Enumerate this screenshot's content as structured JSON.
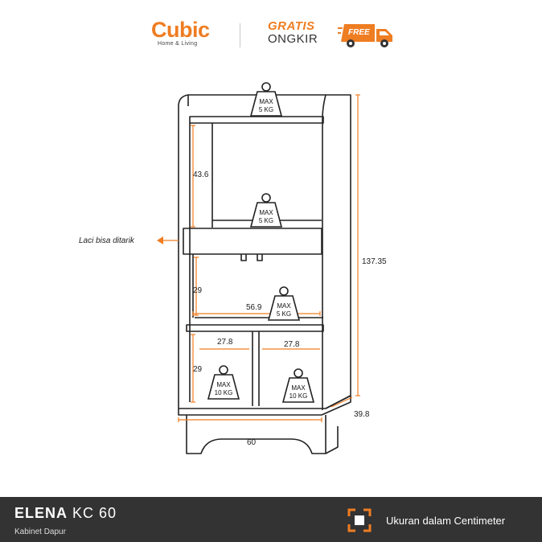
{
  "brand": {
    "name": "Cubic",
    "tagline": "Home & Living"
  },
  "promo": {
    "line1": "GRATIS",
    "line2": "ONGKIR",
    "badge": "FREE"
  },
  "colors": {
    "accent": "#ef7d22",
    "footer_bg": "#333333",
    "line": "#222222"
  },
  "weights": [
    {
      "max": "MAX",
      "load": "5 KG"
    },
    {
      "max": "MAX",
      "load": "5 KG"
    },
    {
      "max": "MAX",
      "load": "5 KG"
    },
    {
      "max": "MAX",
      "load": "10 KG"
    },
    {
      "max": "MAX",
      "load": "10 KG"
    }
  ],
  "dimensions": {
    "upper_height": "43.6",
    "middle_height": "29",
    "shelf_width": "56.9",
    "left_cell_width": "27.8",
    "right_cell_width": "27.8",
    "lower_height": "29",
    "total_height": "137.35",
    "depth": "39.8",
    "total_width": "60"
  },
  "drawer_note": "Laci bisa ditarik",
  "footer": {
    "product_name_bold": "ELENA",
    "product_name_rest": " KC 60",
    "product_sub": "Kabinet Dapur",
    "unit_note": "Ukuran dalam Centimeter",
    "unit_icon": "measure-frame-icon"
  }
}
